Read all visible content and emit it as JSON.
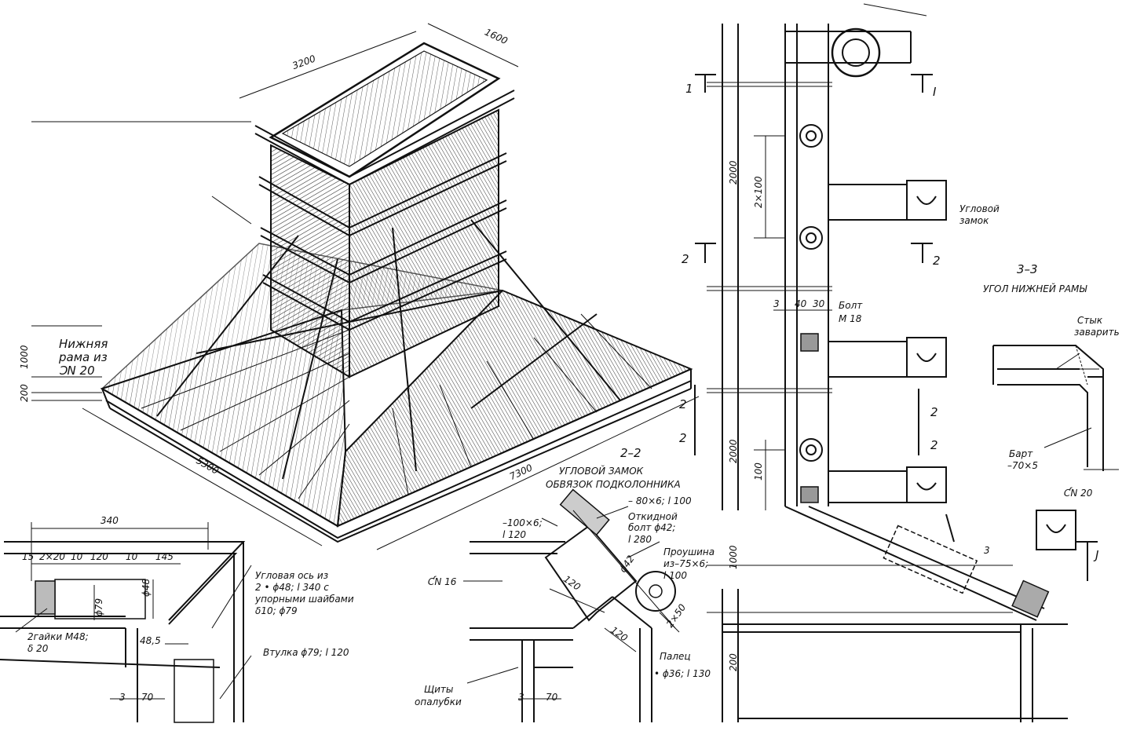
{
  "iso": {
    "dims": {
      "top_long": "3200",
      "top_short": "1600",
      "base_left": "5300",
      "base_right": "7300",
      "h1": "1000",
      "h2": "200"
    },
    "lower_frame": [
      "Нижняя",
      "рама из",
      "ƆN 20"
    ]
  },
  "corner_axis": {
    "dims": {
      "total": "340",
      "d15": "15",
      "d2x20": "2×20",
      "d10a": "10",
      "d120": "120",
      "d10b": "10",
      "d145": "145",
      "d48": "ϕ48",
      "d79": "ϕ79",
      "d48_5": "48,5",
      "d3": "3",
      "d70": "70"
    },
    "axis_label": [
      "Угловая ось из",
      "2 • ϕ48; l 340 с",
      "упорными шайбами",
      "δ10; ϕ79"
    ],
    "nuts_label": [
      "2гайки M48;",
      "δ 20"
    ],
    "bushing_label": "Втулка ϕ79; l 120"
  },
  "section_2_2": {
    "title": "2–2",
    "subtitle": [
      "УГЛОВОЙ ЗАМОК",
      "ОБВЯЗОК ПОДКОЛОННИКА"
    ],
    "labels": {
      "plate1": [
        "–100×6;",
        "l 120"
      ],
      "plate2": "– 80×6; l 100",
      "bolt": [
        "Откидной",
        "болт ϕ42;",
        "l 280"
      ],
      "lug": [
        "Проушина",
        "из–75×6;",
        "l 100"
      ],
      "channel": "ƇN 16",
      "pin": [
        "Палец",
        "• ϕ36; l 130"
      ],
      "shields": [
        "Щиты",
        "опалубки"
      ]
    },
    "dims": {
      "d120a": "120",
      "d120b": "120",
      "d42": "ϕ42",
      "d2x50": "2×50",
      "d3": "3",
      "d70": "70"
    }
  },
  "elevation": {
    "dims": {
      "d2000a": "2000",
      "d2x100": "2×100",
      "d3": "3",
      "d40": "40",
      "d30": "30",
      "d2000b": "2000",
      "d100": "100",
      "d1000": "1000",
      "d200": "200",
      "d3b": "3"
    },
    "corner_lock": [
      "Угловой",
      "замок"
    ],
    "bolt": [
      "Болт",
      "M 18"
    ],
    "section_marks": {
      "s1": "1",
      "s2": "2",
      "s3": "3",
      "s1r": "I",
      "s3r": "J"
    }
  },
  "section_3_3": {
    "title": "3–3",
    "subtitle": "УГОЛ НИЖНЕЙ РАМЫ",
    "joint": [
      "Стык",
      "заварить"
    ],
    "bart": [
      "Барт",
      "–70×5"
    ],
    "channel": "ƇN 20"
  }
}
